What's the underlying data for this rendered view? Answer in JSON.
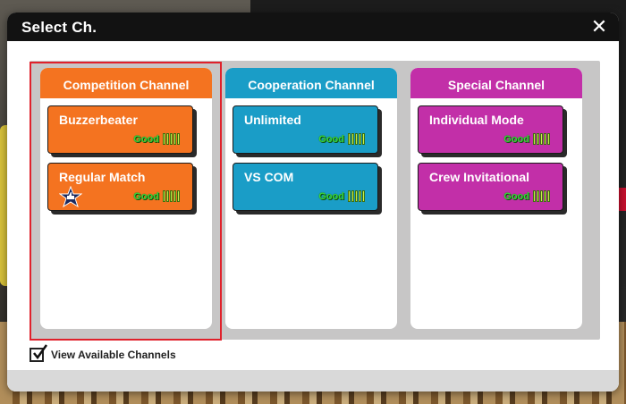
{
  "dialog": {
    "title": "Select Ch.",
    "close_symbol": "✕"
  },
  "colors": {
    "competition": "#f47320",
    "cooperation": "#1a9dc7",
    "special": "#c22fa8",
    "status_good": "#39d439",
    "selected_outline": "#e0212b"
  },
  "columns": {
    "competition": {
      "label": "Competition Channel",
      "channels": [
        {
          "name": "Buzzerbeater",
          "status": "Good",
          "signal_bars": 5
        },
        {
          "name": "Regular Match",
          "status": "Good",
          "signal_bars": 5,
          "icon": "thumbs-up-badge-icon"
        }
      ]
    },
    "cooperation": {
      "label": "Cooperation Channel",
      "channels": [
        {
          "name": "Unlimited",
          "status": "Good",
          "signal_bars": 5
        },
        {
          "name": "VS COM",
          "status": "Good",
          "signal_bars": 5
        }
      ]
    },
    "special": {
      "label": "Special Channel",
      "channels": [
        {
          "name": "Individual Mode",
          "status": "Good",
          "signal_bars": 5
        },
        {
          "name": "Crew Invitational",
          "status": "Good",
          "signal_bars": 5
        }
      ]
    }
  },
  "footer": {
    "view_available_label": "View Available Channels",
    "view_available_checked": true
  }
}
